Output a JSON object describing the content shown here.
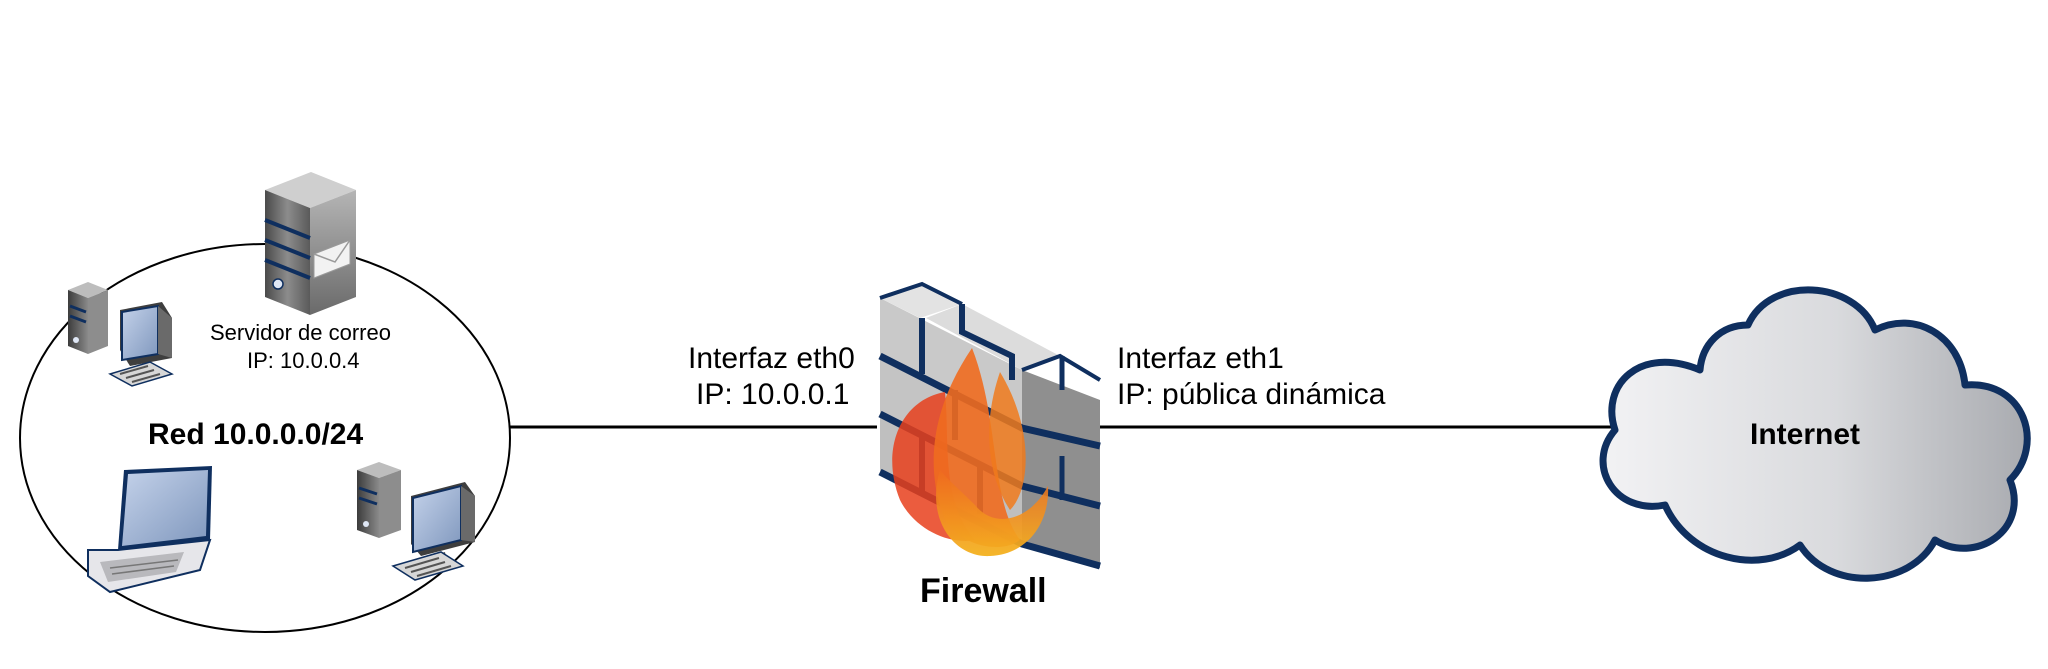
{
  "network": {
    "label": "Red 10.0.0.0/24",
    "mail_server": {
      "name": "Servidor de correo",
      "ip": "IP: 10.0.0.4"
    }
  },
  "firewall": {
    "label": "Firewall",
    "eth0": {
      "name": "Interfaz eth0",
      "ip": "IP: 10.0.0.1"
    },
    "eth1": {
      "name": "Interfaz eth1",
      "ip": "IP: pública dinámica"
    }
  },
  "internet": {
    "label": "Internet"
  },
  "colors": {
    "navy": "#0f2f5f",
    "server_gray": "#6e6e6e",
    "screen_blue": "#9fb1cf",
    "flame_red": "#e8401c",
    "flame_orange": "#f07a1c",
    "flame_yellow": "#f2a32a",
    "brick": "#c9c9c9"
  },
  "icons": [
    "mail-server-icon",
    "desktop-computer-icon",
    "laptop-icon",
    "firewall-wall-icon",
    "flame-icon",
    "cloud-icon"
  ]
}
